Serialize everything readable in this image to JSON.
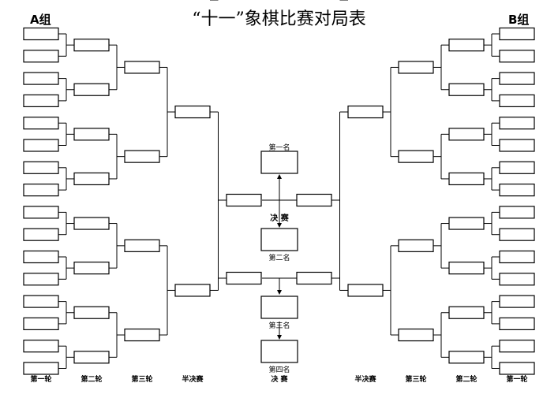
{
  "title": "“十一”象棋比赛对局表",
  "group_a": "A组",
  "group_b": "B组",
  "round_labels": {
    "left_round1": "第一轮",
    "left_round2": "第二轮",
    "left_round3": "第三轮",
    "left_semi": "半决赛",
    "final": "决 赛",
    "right_semi": "半决赛",
    "right_round3": "第三轮",
    "right_round2": "第二轮",
    "right_round1": "第一轮"
  },
  "final_label": "决 赛",
  "places": {
    "first": "第一名",
    "second": "第二名",
    "third": "第三名",
    "fourth": "第四名"
  },
  "bracket": {
    "players_per_group": 16,
    "rounds": [
      "第一轮",
      "第二轮",
      "第三轮",
      "半决赛",
      "决赛"
    ]
  }
}
